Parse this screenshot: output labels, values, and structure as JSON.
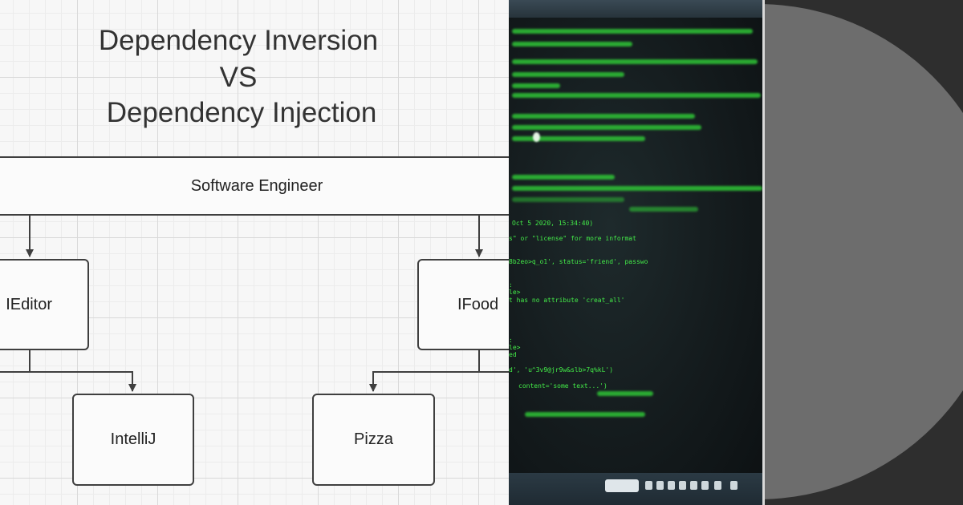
{
  "diagram": {
    "title_lines": [
      "Dependency Inversion",
      "VS",
      "Dependency Injection"
    ],
    "top_node": "Software Engineer",
    "interfaces": {
      "left": "IEditor",
      "right": "IFood"
    },
    "implementations": {
      "left": "IntelliJ",
      "right": "Pizza"
    }
  },
  "terminal": {
    "text_lines": [
      "Oct  5 2020, 15:34:40)",
      "s\" or \"license\" for more informat",
      "8b2eo>q_o1', status='friend', passwo",
      "t has no attribute 'creat_all'",
      "d', 'u^3v9@jr9w&slb>7q%kL')",
      "content='some text...')"
    ],
    "fragments": [
      ":",
      "le>",
      ":",
      "le>",
      "ed"
    ]
  },
  "colors": {
    "diagram_line": "#3f3f3f",
    "terminal_green": "#35e83a",
    "disc_gray": "#6d6d6d"
  }
}
